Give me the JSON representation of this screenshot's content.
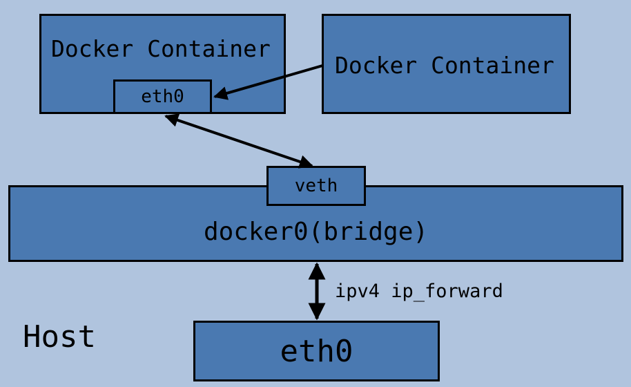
{
  "container_left": {
    "label": "Docker Container",
    "interface": "eth0"
  },
  "container_right": {
    "label": "Docker Container"
  },
  "bridge": {
    "label": "docker0(bridge)",
    "interface": "veth"
  },
  "host": {
    "label": "Host",
    "interface": "eth0",
    "link_label": "ipv4 ip_forward"
  },
  "colors": {
    "background": "#b0c4de",
    "box_fill": "#4a79b1",
    "stroke": "#000000"
  }
}
